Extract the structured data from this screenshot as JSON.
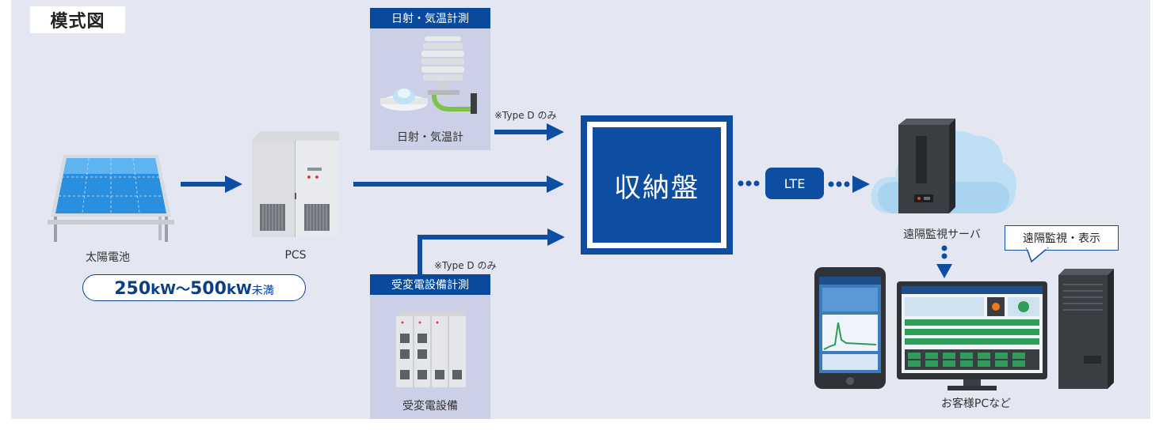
{
  "title": "模式図",
  "solar_panel": {
    "label": "太陽電池"
  },
  "pcs": {
    "label": "PCS"
  },
  "capacity": {
    "value1": "250",
    "unit1": "kW",
    "sep": "〜",
    "value2": "500",
    "unit2": "kW",
    "suffix": "未満"
  },
  "weather": {
    "header": "日射・気温計測",
    "caption": "日射・気温計"
  },
  "substation": {
    "header": "受変電設備計測",
    "caption": "受変電設備"
  },
  "note_top": "※Type D のみ",
  "note_bottom": "※Type D のみ",
  "storage": {
    "label": "収納盤"
  },
  "lte": {
    "label": "LTE"
  },
  "server": {
    "label": "遠隔監視サーバ"
  },
  "callout": {
    "label": "遠隔監視・表示"
  },
  "client": {
    "label": "お客様PCなど"
  },
  "colors": {
    "accent": "#0d4ea3",
    "background": "#e4e7f1",
    "sub_panel": "#ccd0e6"
  }
}
